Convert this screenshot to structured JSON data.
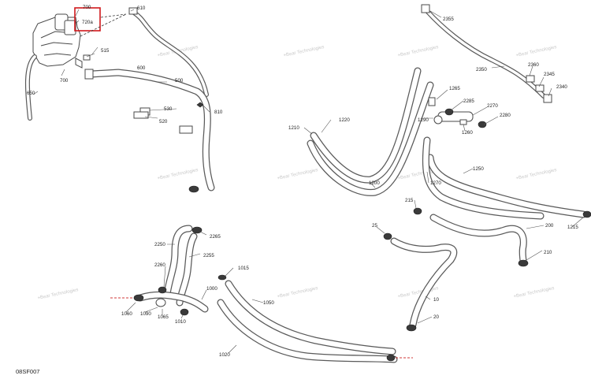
{
  "diagram_id": "08SF007",
  "highlight_color": "#d0181c",
  "watermark": "+Bear Technologies",
  "callouts": {
    "c700s": "700",
    "c720a": "720a",
    "c610": "610",
    "c515": "515",
    "c600": "600",
    "c700": "700",
    "c650": "650",
    "c500": "500",
    "c530": "530",
    "c810": "810",
    "c520": "520",
    "c2355": "2355",
    "c2350": "2350",
    "c2360": "2360",
    "c2345": "2345",
    "c2340": "2340",
    "c1265": "1265",
    "c2285": "2285",
    "c2270": "2270",
    "c1290": "1290",
    "c2280": "2280",
    "c1260": "1260",
    "c1210": "1210",
    "c1220": "1220",
    "c1250": "1250",
    "c1270": "1270",
    "c1200": "1200",
    "c215": "215",
    "c1215": "1215",
    "c25": "25",
    "c200": "200",
    "c210": "210",
    "c10": "10",
    "c20": "20",
    "c2265": "2265",
    "c2250": "2250",
    "c2255": "2255",
    "c2260": "2260",
    "c1015": "1015",
    "c1000": "1000",
    "c1050": "1050",
    "c1060": "1060",
    "c1090": "1090",
    "c1065": "1065",
    "c1010": "1010",
    "c1020": "1020"
  }
}
